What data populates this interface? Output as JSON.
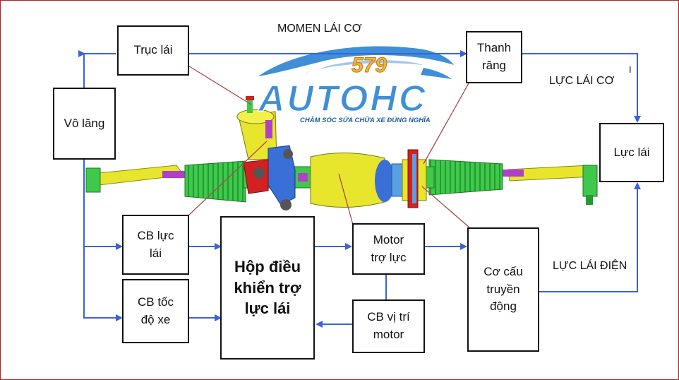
{
  "colors": {
    "arrow": "#3a63d8",
    "pointer": "#a84a4a",
    "logo_blue": "#3f8fd8",
    "logo_gold": "#f2b53a",
    "boot_green": "#3fc84b",
    "housing_yellow": "#e8e62c"
  },
  "labels": {
    "momen": "MOMEN LÁI CƠ",
    "luc_lai_co": "LỰC LÁI CƠ",
    "luc_lai_dien": "LỰC LÁI ĐIỆN",
    "tick": "I"
  },
  "boxes": {
    "vo_lang": [
      "Vô lăng"
    ],
    "truc_lai": [
      "Trục lái"
    ],
    "thanh_rang": [
      "Thanh",
      "răng"
    ],
    "luc_lai": [
      "Lực lái"
    ],
    "cb_luc_lai": [
      "CB lực",
      "lái"
    ],
    "cb_toc_do": [
      "CB tốc",
      "độ xe"
    ],
    "hop_dieu_khien": [
      "Hộp điều",
      "khiển trợ",
      "lực lái"
    ],
    "motor_tro_luc": [
      "Motor",
      "trợ lực"
    ],
    "cb_vi_tri": [
      "CB vị trí",
      "motor"
    ],
    "co_cau": [
      "Cơ cấu",
      "truyền",
      "động"
    ]
  },
  "logo": {
    "number": "579",
    "brand": "AUTOHC",
    "tagline": "CHĂM SÓC SỬA CHỮA XE ĐÚNG NGHĨA",
    "icons": [
      "car-swoosh-icon"
    ]
  },
  "illustration": {
    "icons": [
      "steering-rack-icon",
      "electric-motor-icon",
      "tie-rod-end-icon",
      "bellows-boot-icon"
    ]
  }
}
